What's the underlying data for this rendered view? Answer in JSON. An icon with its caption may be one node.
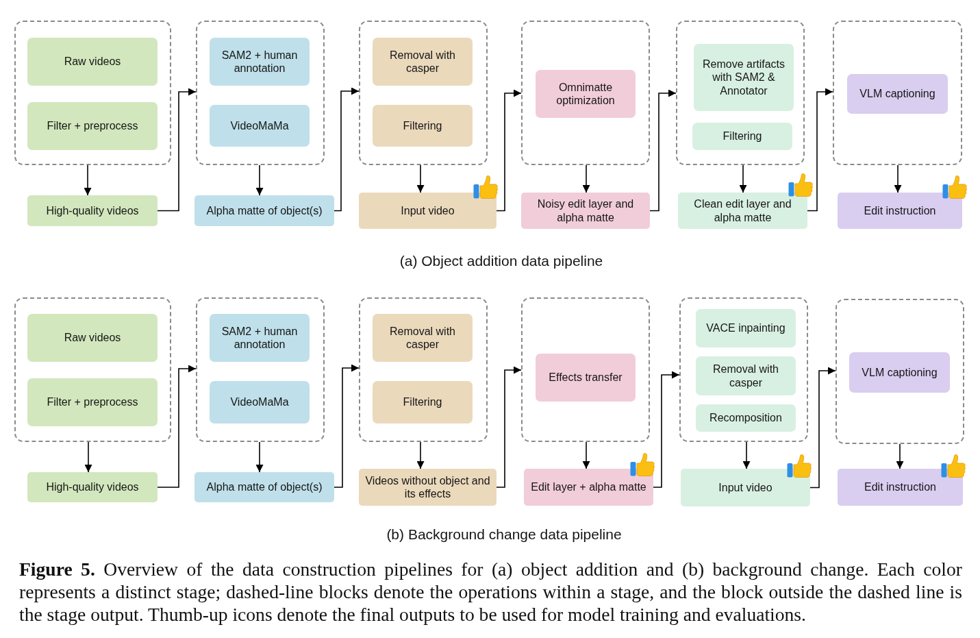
{
  "diagram": {
    "nodes": [
      {
        "text": [],
        "shape": "box"
      },
      {
        "text": [
          "Raw videos"
        ],
        "in": 0
      },
      {
        "text": [
          "Filter + preprocess"
        ],
        "in": 0
      },
      {
        "text": [],
        "shape": "box"
      },
      {
        "text": [
          "SAM2 + human annotation"
        ],
        "in": 3
      },
      {
        "text": [
          "VideoMaMa"
        ],
        "in": 3
      },
      {
        "text": [],
        "shape": "box"
      },
      {
        "text": [
          "Removal with casper"
        ],
        "in": 6
      },
      {
        "text": [
          "Filtering"
        ],
        "in": 6
      },
      {
        "text": [],
        "shape": "box"
      },
      {
        "text": [
          "Omnimatte optimization"
        ],
        "in": 9
      },
      {
        "text": [],
        "shape": "box"
      },
      {
        "text": [
          "Remove artifacts with SAM2 & Annotator"
        ],
        "in": 11
      },
      {
        "text": [
          "Filtering"
        ],
        "in": 11
      },
      {
        "text": [],
        "shape": "box"
      },
      {
        "text": [
          "VLM captioning"
        ],
        "in": 14
      },
      {
        "text": [
          "High-quality videos"
        ]
      },
      {
        "text": [
          "Alpha matte of object(s)"
        ]
      },
      {
        "text": [
          "Input video"
        ]
      },
      {
        "text": [
          "Noisy edit layer and alpha matte"
        ]
      },
      {
        "text": [
          "Clean edit layer and alpha matte"
        ]
      },
      {
        "text": [
          "Edit instruction"
        ]
      },
      {
        "text": [],
        "shape": "box"
      },
      {
        "text": [
          "Raw videos"
        ],
        "in": 22
      },
      {
        "text": [
          "Filter + preprocess"
        ],
        "in": 22
      },
      {
        "text": [],
        "shape": "box"
      },
      {
        "text": [
          "SAM2 + human annotation"
        ],
        "in": 25
      },
      {
        "text": [
          "VideoMaMa"
        ],
        "in": 25
      },
      {
        "text": [],
        "shape": "box"
      },
      {
        "text": [
          "Removal with casper"
        ],
        "in": 28
      },
      {
        "text": [
          "Filtering"
        ],
        "in": 28
      },
      {
        "text": [],
        "shape": "box"
      },
      {
        "text": [
          "Effects transfer"
        ],
        "in": 31
      },
      {
        "text": [],
        "shape": "box"
      },
      {
        "text": [
          "VACE inpainting"
        ],
        "in": 33
      },
      {
        "text": [
          "Removal with casper"
        ],
        "in": 33
      },
      {
        "text": [
          "Recomposition"
        ],
        "in": 33
      },
      {
        "text": [],
        "shape": "box"
      },
      {
        "text": [
          "VLM captioning"
        ],
        "in": 37
      },
      {
        "text": [
          "High-quality videos"
        ]
      },
      {
        "text": [
          "Alpha matte of object(s)"
        ]
      },
      {
        "text": [
          "Videos without object and its effects"
        ]
      },
      {
        "text": [
          "Edit layer + alpha matte"
        ]
      },
      {
        "text": [
          "Input video"
        ]
      },
      {
        "text": [
          "Edit instruction"
        ]
      }
    ],
    "edges": [
      {
        "from": 0,
        "to": 16,
        "arrow": "to"
      },
      {
        "from": 16,
        "to": 3,
        "arrow": "to"
      },
      {
        "from": 3,
        "to": 17,
        "arrow": "to"
      },
      {
        "from": 17,
        "to": 6,
        "arrow": "to"
      },
      {
        "from": 6,
        "to": 18,
        "arrow": "to"
      },
      {
        "from": 18,
        "to": 9,
        "arrow": "to"
      },
      {
        "from": 9,
        "to": 19,
        "arrow": "to"
      },
      {
        "from": 19,
        "to": 11,
        "arrow": "to"
      },
      {
        "from": 11,
        "to": 20,
        "arrow": "to"
      },
      {
        "from": 20,
        "to": 14,
        "arrow": "to"
      },
      {
        "from": 14,
        "to": 21,
        "arrow": "to"
      },
      {
        "from": 22,
        "to": 39,
        "arrow": "to"
      },
      {
        "from": 39,
        "to": 25,
        "arrow": "to"
      },
      {
        "from": 25,
        "to": 40,
        "arrow": "to"
      },
      {
        "from": 40,
        "to": 28,
        "arrow": "to"
      },
      {
        "from": 28,
        "to": 41,
        "arrow": "to"
      },
      {
        "from": 41,
        "to": 31,
        "arrow": "to"
      },
      {
        "from": 31,
        "to": 42,
        "arrow": "to"
      },
      {
        "from": 42,
        "to": 33,
        "arrow": "to"
      },
      {
        "from": 33,
        "to": 43,
        "arrow": "to"
      },
      {
        "from": 43,
        "to": 37,
        "arrow": "to"
      },
      {
        "from": 37,
        "to": 44,
        "arrow": "to"
      }
    ],
    "labels": [
      "(a) Object addition data pipeline",
      "(b) Background change data pipeline"
    ],
    "caption": "**Figure 5.** Overview of the data construction pipelines for (a) object addition and (b) background change. Each color represents a distinct stage; dashed-line blocks denote the operations within a stage, and the block outside the dashed line is the stage output. Thumb-up icons denote the final outputs to be used for model training and evaluations."
  }
}
